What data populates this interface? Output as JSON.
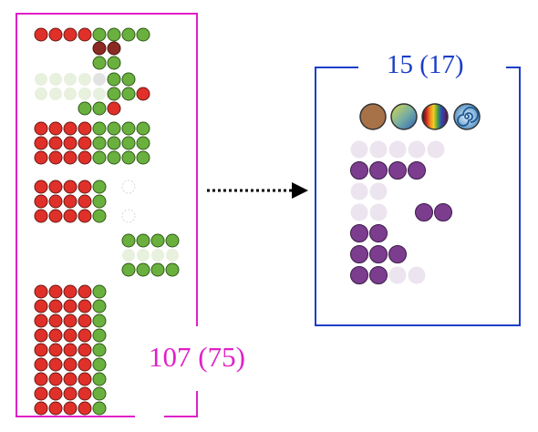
{
  "left_panel": {
    "count_label": "107 (75)",
    "color": "#e020c8",
    "dot_rows": [
      "rrrrgggg",
      "....dd",
      "....gg",
      "wwwwxgg",
      "wwwwwggr",
      "...ggr",
      "rrrrgggg",
      "rrrrgggg",
      "rrrrgggg",
      "rrrrg.o",
      "rrrrg",
      "rrrrg.o",
      "......gggg",
      "......wwww",
      "......gggg",
      "rrrrg",
      "rrrrg",
      "rrrrg",
      "rrrrg",
      "rrrrg",
      "rrrrg",
      "rrrrg",
      "rrrrg",
      "rrrrg"
    ]
  },
  "right_panel": {
    "count_label": "15 (17)",
    "color": "#1a3ec8",
    "swatch_icons": [
      "brown-solid-swatch-icon",
      "yellow-blue-gradient-swatch-icon",
      "rainbow-stripes-swatch-icon",
      "blue-spiral-swatch-icon"
    ],
    "dot_rows": [
      "lllll",
      "pppp",
      "ll",
      "ll.pp",
      "pp",
      "ppp",
      "ppll"
    ]
  },
  "connector": {
    "style": "dotted-arrow"
  },
  "colors": {
    "red": "#e0302a",
    "green": "#6ab03e",
    "dark_red": "#8b2a22",
    "faint_green": "#e8f0de",
    "faint_gray": "#e2e2e2",
    "purple": "#7d3d8f",
    "faint_purple": "#ece4ee"
  }
}
